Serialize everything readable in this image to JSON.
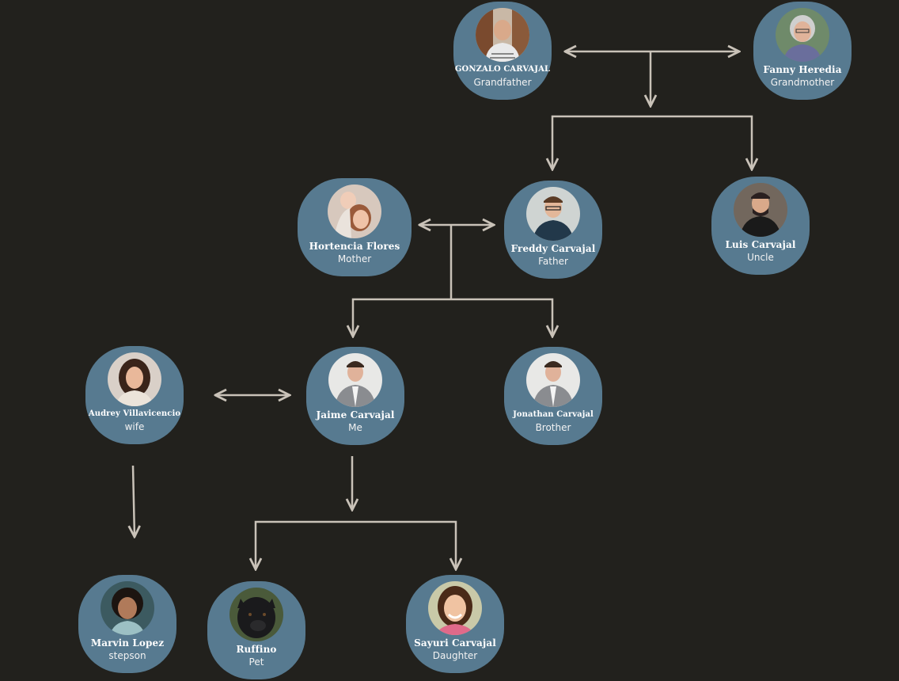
{
  "colors": {
    "background": "#22211d",
    "node": "#577a90",
    "connector": "#c9c2b8"
  },
  "people": {
    "gonzalo": {
      "name": "GONZALO CARVAJAL",
      "role": "Grandfather"
    },
    "fanny": {
      "name": "Fanny Heredia",
      "role": "Grandmother"
    },
    "hortencia": {
      "name": "Hortencia Flores",
      "role": "Mother"
    },
    "freddy": {
      "name": "Freddy Carvajal",
      "role": "Father"
    },
    "luis": {
      "name": "Luis Carvajal",
      "role": "Uncle"
    },
    "audrey": {
      "name": "Audrey Villavicencio",
      "role": "wife"
    },
    "jaime": {
      "name": "Jaime Carvajal",
      "role": "Me"
    },
    "jonathan": {
      "name": "Jonathan Carvajal",
      "role": "Brother"
    },
    "marvin": {
      "name": "Marvin Lopez",
      "role": "stepson"
    },
    "ruffino": {
      "name": "Ruffino",
      "role": "Pet"
    },
    "sayuri": {
      "name": "Sayuri Carvajal",
      "role": "Daughter"
    }
  }
}
